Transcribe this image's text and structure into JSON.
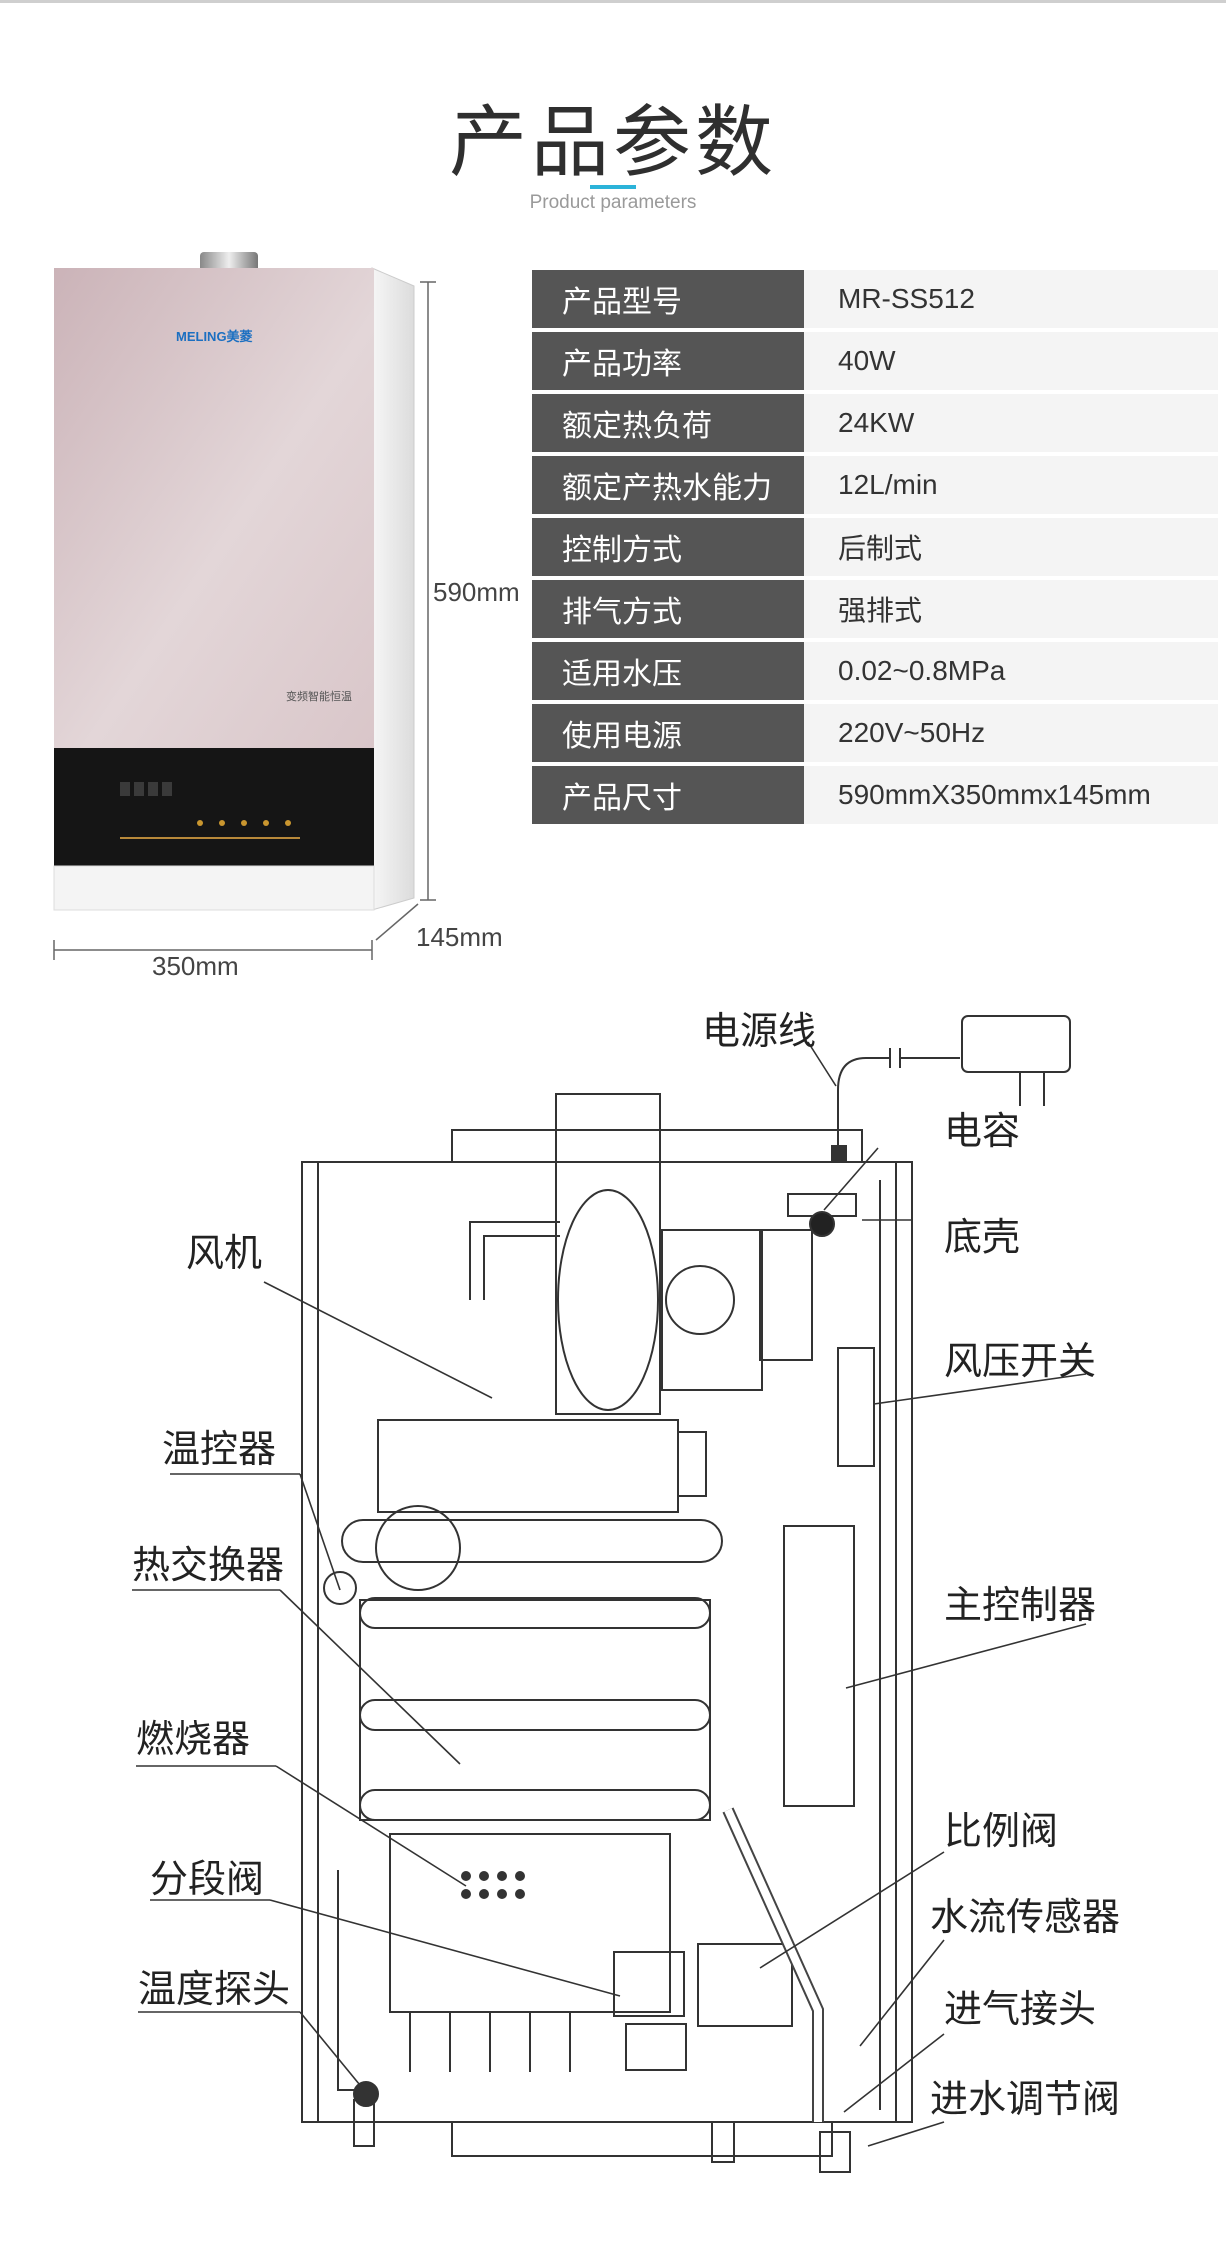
{
  "header": {
    "title": "产品参数",
    "subtitle": "Product parameters"
  },
  "product_image": {
    "brand": "MELING美菱",
    "panel_text": "变频智能恒温"
  },
  "specs": [
    {
      "label": "产品型号",
      "value": "MR-SS512"
    },
    {
      "label": "产品功率",
      "value": "40W"
    },
    {
      "label": "额定热负荷",
      "value": "24KW"
    },
    {
      "label": "额定产热水能力",
      "value": "12L/min"
    },
    {
      "label": "控制方式",
      "value": "后制式"
    },
    {
      "label": "排气方式",
      "value": "强排式"
    },
    {
      "label": "适用水压",
      "value": "0.02~0.8MPa"
    },
    {
      "label": "使用电源",
      "value": "220V~50Hz"
    },
    {
      "label": "产品尺寸",
      "value": "590mmX350mmx145mm"
    }
  ],
  "dimensions": {
    "height": "590mm",
    "width": "350mm",
    "depth": "145mm"
  },
  "diagram_labels": {
    "power_cord": "电源线",
    "capacitor": "电容",
    "base_shell": "底壳",
    "fan": "风机",
    "air_pressure_switch": "风压开关",
    "thermostat": "温控器",
    "heat_exchanger": "热交换器",
    "main_controller": "主控制器",
    "burner": "燃烧器",
    "proportional_valve": "比例阀",
    "section_valve": "分段阀",
    "water_flow_sensor": "水流传感器",
    "gas_inlet": "进气接头",
    "temp_probe": "温度探头",
    "water_inlet_valve": "进水调节阀"
  },
  "colors": {
    "label_bg": "#555555",
    "value_bg": "#f4f4f4",
    "accent": "#2bb3d9"
  }
}
